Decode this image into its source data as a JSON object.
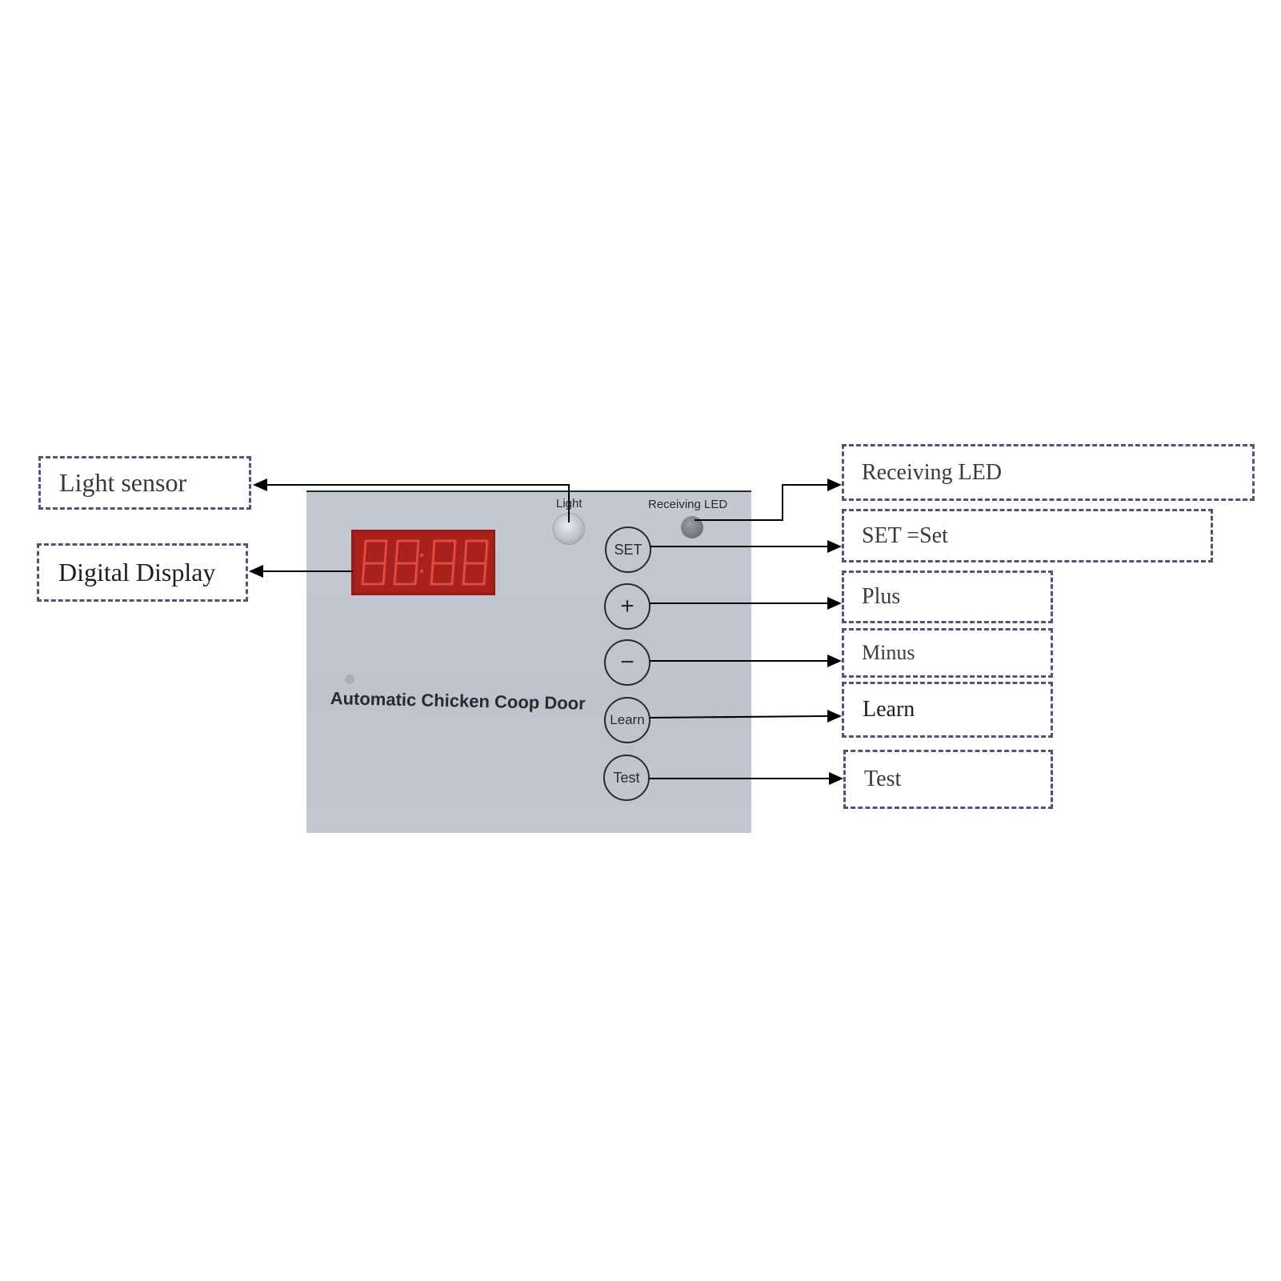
{
  "panel": {
    "sensor_label": "Light",
    "led_label": "Receiving  LED",
    "brand_text": "Automatic Chicken Coop Door",
    "display_digits": "88:88",
    "buttons": {
      "set": "SET",
      "plus": "+",
      "minus": "−",
      "learn": "Learn",
      "test": "Test"
    }
  },
  "callouts": {
    "light_sensor": "Light sensor",
    "digital_display": "Digital Display",
    "receiving_led": "Receiving LED",
    "set": "SET =Set",
    "plus": "Plus",
    "minus": "Minus",
    "learn": "Learn",
    "test": "Test"
  },
  "colors": {
    "panel": "#c2c6d0",
    "display_bg": "#a8211c",
    "display_segments": "#e24a3b",
    "callout_border": "#5a5170"
  }
}
